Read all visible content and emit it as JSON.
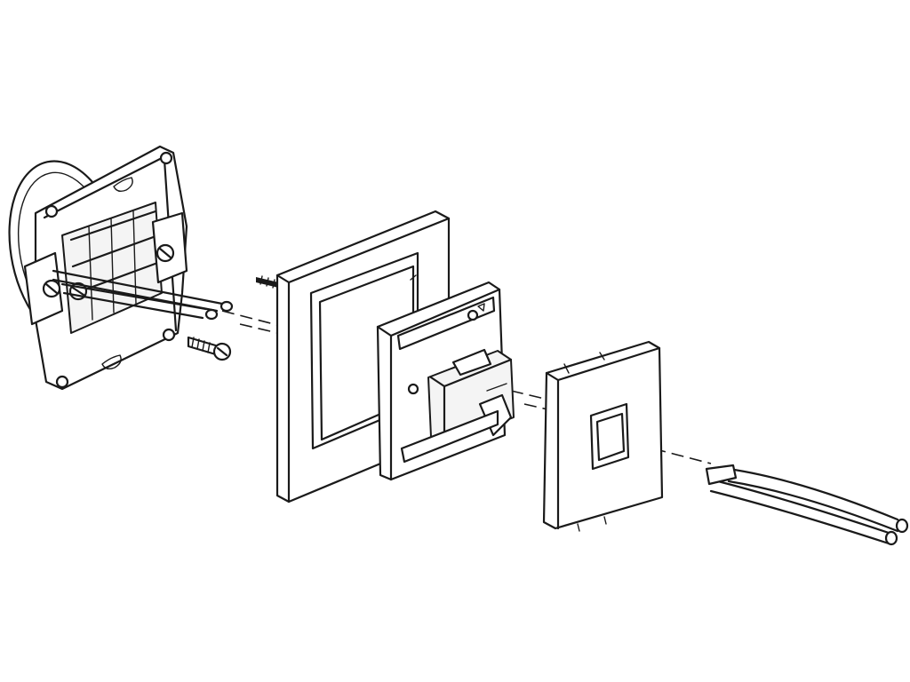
{
  "figure": {
    "components": [
      {
        "id": "mounting-plate",
        "icon": "mounting-plate-icon"
      },
      {
        "id": "fixing-screw",
        "icon": "screw-icon"
      },
      {
        "id": "frame",
        "icon": "frame-icon"
      },
      {
        "id": "rj45-module",
        "icon": "rj45-module-icon"
      },
      {
        "id": "cover-plate",
        "icon": "cover-plate-icon"
      },
      {
        "id": "cable",
        "icon": "cable-icon"
      }
    ],
    "colors": {
      "line": "#1a1a1a",
      "background": "#ffffff"
    }
  }
}
